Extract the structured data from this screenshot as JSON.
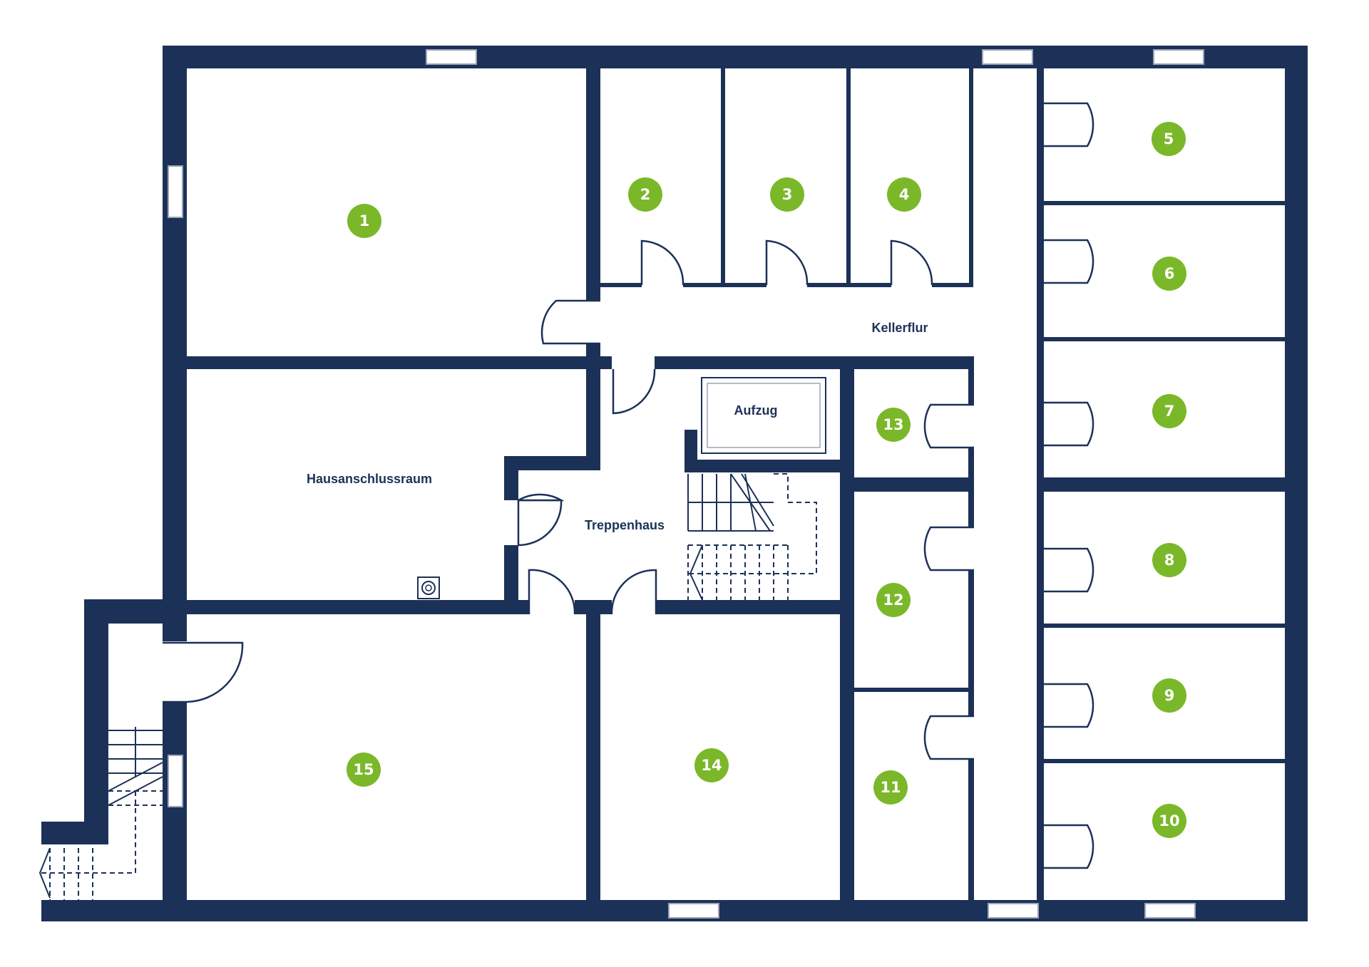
{
  "labels": {
    "kellerflur": "Kellerflur",
    "aufzug": "Aufzug",
    "hausanschlussraum": "Hausanschlussraum",
    "treppenhaus": "Treppenhaus"
  },
  "rooms": [
    "1",
    "2",
    "3",
    "4",
    "5",
    "6",
    "7",
    "8",
    "9",
    "10",
    "11",
    "12",
    "13",
    "14",
    "15"
  ],
  "colors": {
    "wall": "#1c3158",
    "badge": "#7ab829",
    "label": "#1c3158"
  }
}
